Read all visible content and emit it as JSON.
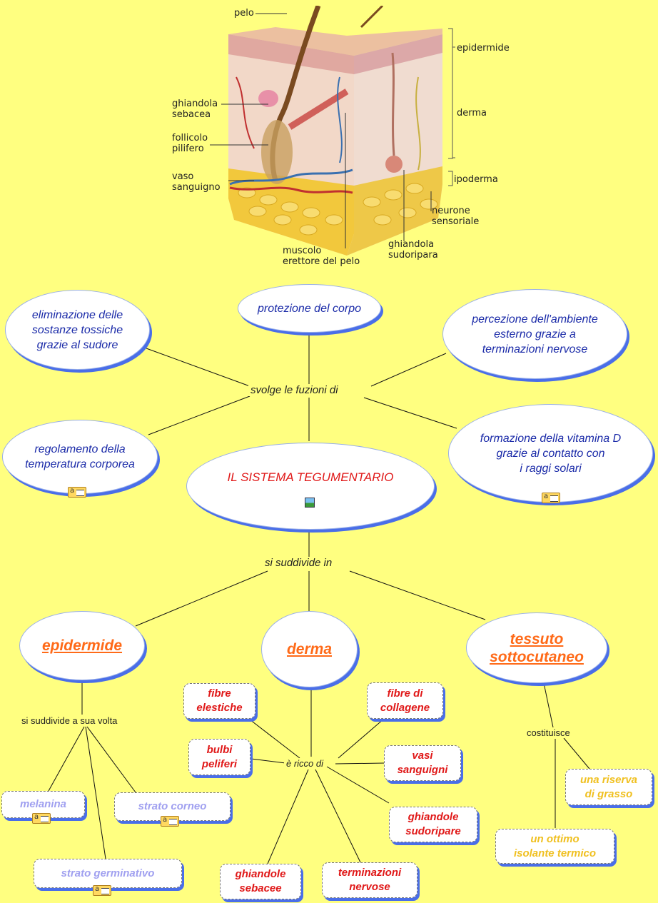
{
  "illustration": {
    "labels": {
      "pelo": "pelo",
      "epidermide": "epidermide",
      "derma": "derma",
      "ipoderma": "ipoderma",
      "ghiandola_sebacea": "ghiandola\nsebacea",
      "follicolo": "follicolo\npilifero",
      "vaso": "vaso\nsanguigno",
      "neurone": "neurone\nsensoriale",
      "muscolo": "muscolo\nerettore del pelo",
      "ghiandola_sudoripara": "ghiandola\nsudoripara"
    }
  },
  "central": "IL SISTEMA TEGUMENTARIO",
  "functions_link": "svolge le fuzioni di",
  "functions": {
    "eliminazione": "eliminazione delle\nsostanze tossiche\ngrazie al sudore",
    "protezione": "protezione del corpo",
    "percezione": "percezione dell'ambiente\nesterno grazie a\nterminazioni nervose",
    "regolamento": "regolamento della\ntemperatura corporea",
    "vitamina": "formazione della vitamina D\ngrazie al contatto con\ni raggi solari"
  },
  "subdivide_link": "si suddivide in",
  "layers": {
    "epidermide": "epidermide",
    "derma": "derma",
    "tessuto": "tessuto\nsottocutaneo"
  },
  "epidermide_branch": {
    "link": "si suddivide a sua volta",
    "items": {
      "melanina": "melanina",
      "strato_corneo": "strato corneo",
      "strato_germinativo": "strato germinativo"
    }
  },
  "derma_branch": {
    "link": "è ricco di",
    "items": {
      "fibre_elestiche": "fibre\nelestiche",
      "fibre_collagene": "fibre di\ncollagene",
      "bulbi": "bulbi\npeliferi",
      "vasi": "vasi\nsanguigni",
      "ghiandole_sudoripare": "ghiandole\nsudoripare",
      "ghiandole_sebacee": "ghiandole\nsebacee",
      "terminazioni": "terminazioni\nnervose"
    }
  },
  "tessuto_branch": {
    "link": "costituisce",
    "items": {
      "riserva": "una riserva\ndi grasso",
      "isolante": "un ottimo\nisolante termico"
    }
  },
  "colors": {
    "background": "#ffff80",
    "node_shadow": "#4a6ee8",
    "function_text": "#1a2aa8",
    "central_text": "#e01818",
    "layer_text": "#ff6a18",
    "derma_items": "#e01818",
    "epidermide_items": "#a0a0f0",
    "tessuto_items": "#f0c020"
  }
}
